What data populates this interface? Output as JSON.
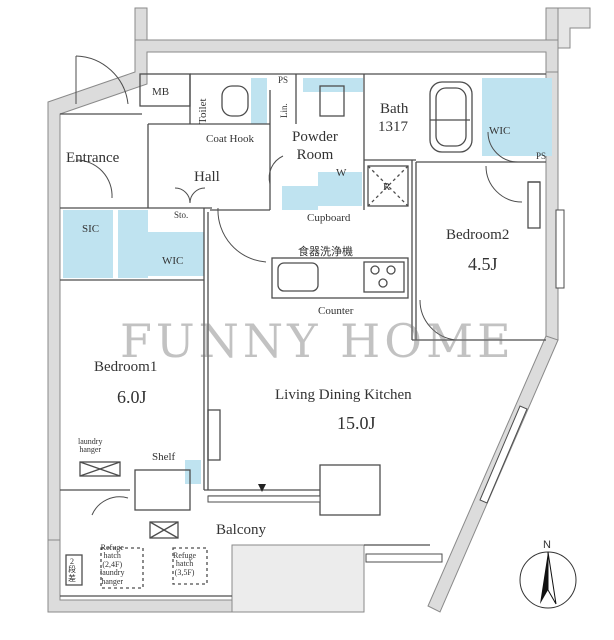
{
  "watermark": "FUNNY HOME",
  "colors": {
    "wall": "#dcdcdc",
    "wall_edge": "#8a8a8a",
    "storage": "#bfe3f0",
    "line": "#4d4d4d"
  },
  "labels": {
    "mb": "MB",
    "toilet": "Toilet",
    "ps_top": "PS",
    "lin": "Lin.",
    "bath": "Bath",
    "bath_size": "1317",
    "wic_top": "WIC",
    "ps_right": "PS",
    "coat_hook": "Coat Hook",
    "powder_room": "Powder\nRoom",
    "w": "W",
    "r": "R",
    "entrance": "Entrance",
    "hall": "Hall",
    "sto": "Sto.",
    "cupboard": "Cupboard",
    "sic": "SIC",
    "wic_left": "WIC",
    "dishwasher": "食器洗浄機",
    "counter": "Counter",
    "bedroom2": "Bedroom2",
    "bedroom2_size": "4.5J",
    "bedroom1": "Bedroom1",
    "bedroom1_size": "6.0J",
    "ldk": "Living Dining Kitchen",
    "ldk_size": "15.0J",
    "laundry_hanger_room": "laundry\nhanger",
    "shelf": "Shelf",
    "balcony": "Balcony",
    "stairs": "2\n段\n差",
    "refuge_hatch_a": "Refuge\nhatch\n(2,4F)\nlaundry\nhanger",
    "refuge_hatch_b": "Refuge\nhatch\n(3,5F)",
    "north": "N"
  }
}
